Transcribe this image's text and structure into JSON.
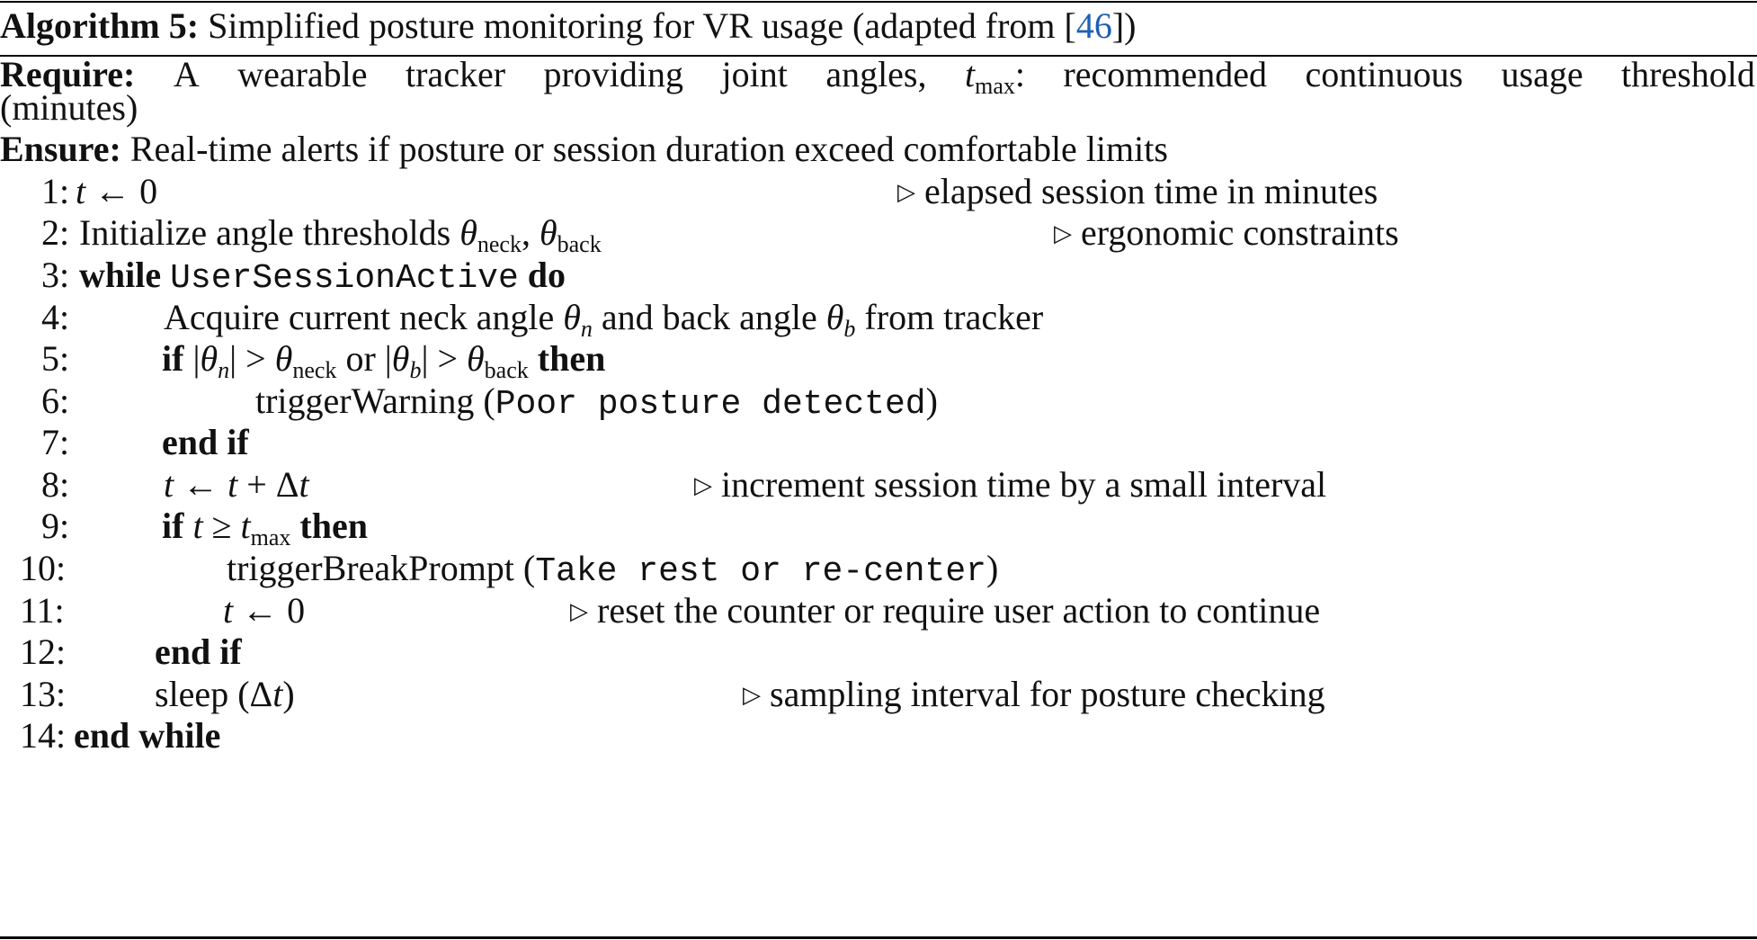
{
  "caption": {
    "label": "Algorithm 5:",
    "text_before_cite": "Simplified posture monitoring for VR usage (adapted from [",
    "cite": "46",
    "text_after_cite": "])"
  },
  "require": {
    "label": "Require:",
    "words": [
      "A",
      "wearable",
      "tracker",
      "providing",
      "joint",
      "angles,"
    ],
    "tmax_var": "t",
    "tmax_sub": "max",
    "after_tmax_words": [
      ":",
      "recommended",
      "continuous",
      "usage",
      "threshold"
    ],
    "continuation": "(minutes)"
  },
  "ensure": {
    "label": "Ensure:",
    "text": "Real-time alerts if posture or session duration exceed comfortable limits"
  },
  "steps": [
    {
      "num": "1:",
      "parts": {
        "var": "t",
        "rest": " ← 0"
      },
      "comment": "elapsed session time in minutes"
    },
    {
      "num": "2:",
      "parts": {
        "text": "Initialize angle thresholds ",
        "theta": "θ",
        "sub1": "neck",
        "sep": ", ",
        "sub2": "back"
      },
      "comment": "ergonomic constraints"
    },
    {
      "num": "3:",
      "parts": {
        "kw1": "while",
        "cond": "UserSessionActive",
        "kw2": "do"
      }
    },
    {
      "num": "4:",
      "parts": {
        "t1": "Acquire current neck angle ",
        "v1": "θ",
        "s1": "n",
        "t2": " and back angle ",
        "v2": "θ",
        "s2": "b",
        "t3": " from tracker"
      }
    },
    {
      "num": "5:",
      "parts": {
        "kw1": "if",
        "a": " |",
        "v1": "θ",
        "s1": "n",
        "b": "| > ",
        "v2": "θ",
        "s2": "neck",
        "or": " or ",
        "c": "|",
        "v3": "θ",
        "s3": "b",
        "d": "| > ",
        "v4": "θ",
        "s4": "back",
        "kw2": "then"
      }
    },
    {
      "num": "6:",
      "parts": {
        "fn": "triggerWarning (",
        "arg": "Poor posture detected",
        "close": ")"
      }
    },
    {
      "num": "7:",
      "parts": {
        "kw": "end if"
      }
    },
    {
      "num": "8:",
      "parts": {
        "v1": "t",
        "m": " ← ",
        "v2": "t",
        "p": " + Δ",
        "v3": "t"
      },
      "comment": "increment session time by a small interval"
    },
    {
      "num": "9:",
      "parts": {
        "kw1": "if",
        "v1": "t",
        "ge": " ≥ ",
        "v2": "t",
        "s2": "max",
        "kw2": "then"
      }
    },
    {
      "num": "10:",
      "parts": {
        "fn": "triggerBreakPrompt (",
        "arg": "Take rest or re-center",
        "close": ")"
      }
    },
    {
      "num": "11:",
      "parts": {
        "var": "t",
        "rest": " ← 0"
      },
      "comment": "reset the counter or require user action to continue"
    },
    {
      "num": "12:",
      "parts": {
        "kw": "end if"
      }
    },
    {
      "num": "13:",
      "parts": {
        "fn": "sleep (Δ",
        "var": "t",
        "close": ")"
      },
      "comment": "sampling interval for posture checking"
    },
    {
      "num": "14:",
      "parts": {
        "kw": "end while"
      }
    }
  ],
  "comment_symbol": "▷"
}
